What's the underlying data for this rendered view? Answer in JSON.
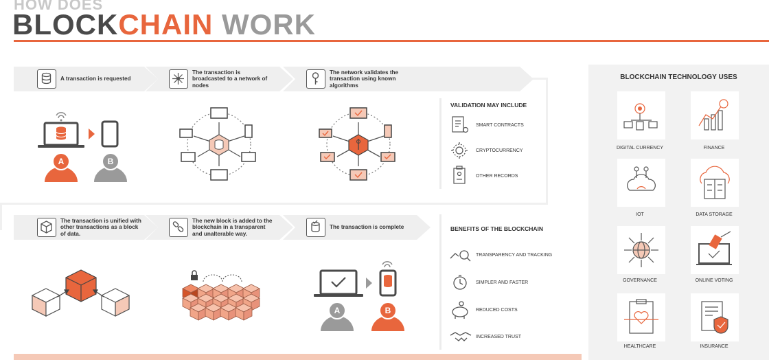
{
  "header": {
    "pre_title": "HOW DOES",
    "title_part1": "BLOCK",
    "title_part2": "CHAIN",
    "title_part3": " WORK"
  },
  "steps": [
    {
      "text": "A transaction is requested",
      "icon": "database-icon"
    },
    {
      "text": "The transaction is broadcasted to a network of nodes",
      "icon": "network-icon"
    },
    {
      "text": "The network validates the transaction using known algorithms",
      "icon": "key-icon"
    },
    {
      "text": "The transaction is unified with other transactions as a block of data.",
      "icon": "cube-icon"
    },
    {
      "text": "The new block is added to the blockchain in a transparent and unalterable way.",
      "icon": "chain-link-icon"
    },
    {
      "text": "The transaction is complete",
      "icon": "database-check-icon"
    }
  ],
  "people": {
    "a": "A",
    "b": "B"
  },
  "validation": {
    "title": "VALIDATION MAY INCLUDE",
    "items": [
      "SMART CONTRACTS",
      "CRYPTOCURRENCY",
      "OTHER RECORDS"
    ]
  },
  "benefits": {
    "title": "BENEFITS OF THE BLOCKCHAIN",
    "items": [
      "TRANSPARENCY AND TRACKING",
      "SIMPLER AND FASTER",
      "REDUCED COSTS",
      "INCREASED TRUST"
    ]
  },
  "uses": {
    "title": "BLOCKCHAIN TECHNOLOGY USES",
    "items": [
      "DIGITAL CURRENCY",
      "FINANCE",
      "IOT",
      "DATA STORAGE",
      "GOVERNANCE",
      "ONLINE VOTING",
      "HEALTHCARE",
      "INSURANCE"
    ]
  },
  "colors": {
    "accent": "#e8663d",
    "dark": "#4a4a4a",
    "light_accent": "#f5c9b7",
    "panel": "#f2f2f2"
  }
}
